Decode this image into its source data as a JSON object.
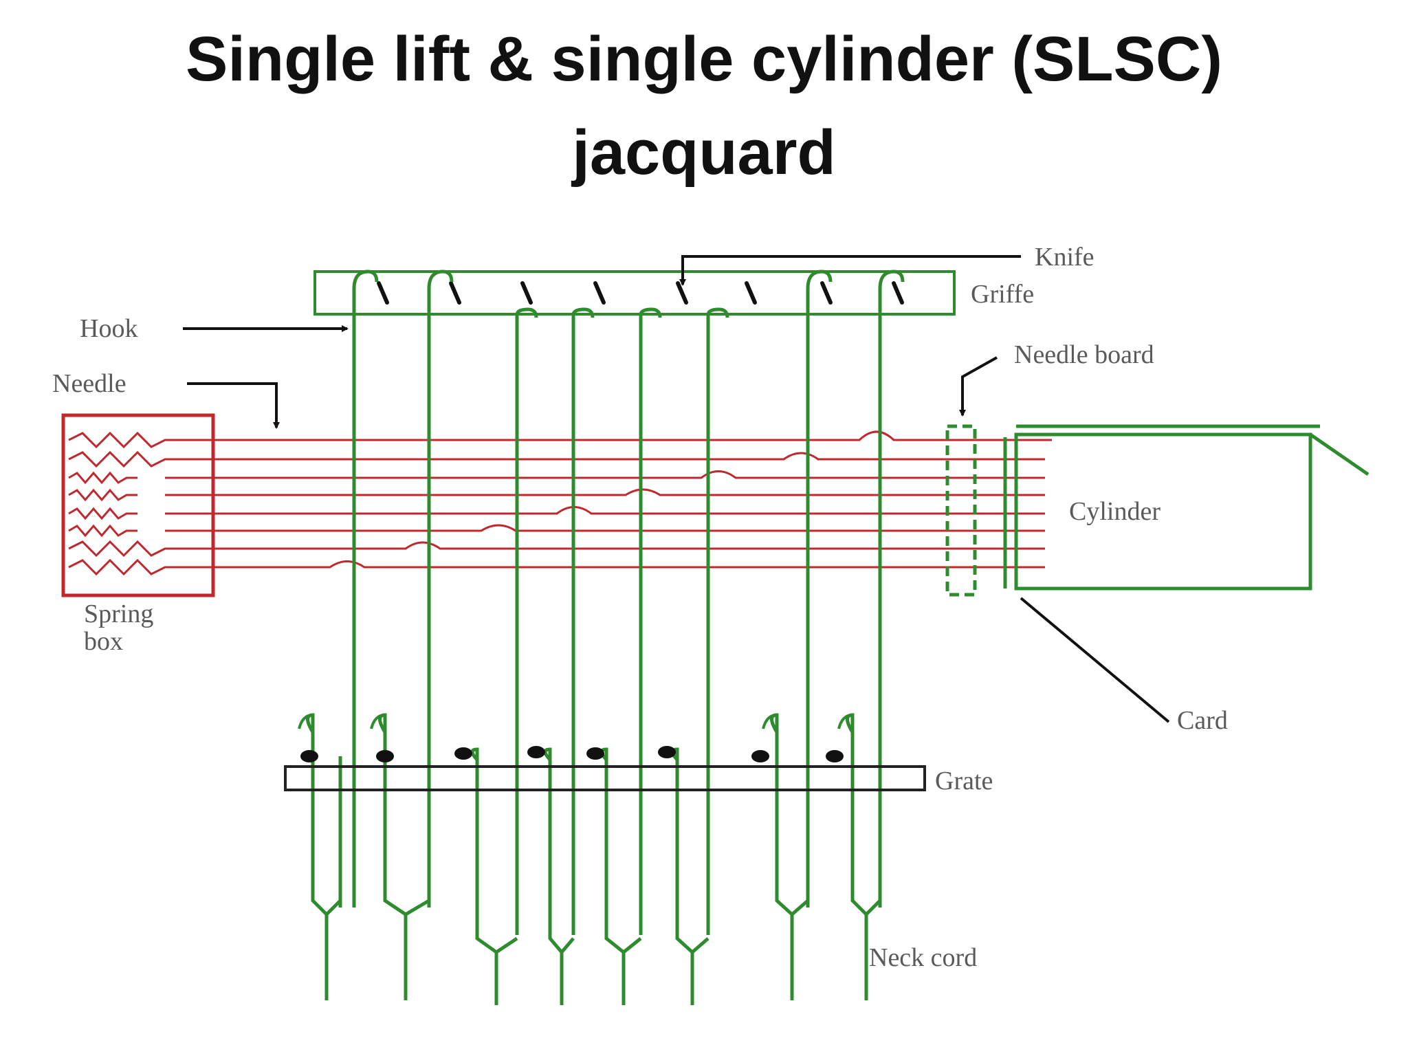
{
  "slide": {
    "title_line1": "Single lift & single cylinder (SLSC)",
    "title_line2": "jacquard"
  },
  "diagram": {
    "labels": {
      "knife": "Knife",
      "griffe": "Griffe",
      "hook": "Hook",
      "needle": "Needle",
      "needle_board": "Needle board",
      "cylinder": "Cylinder",
      "spring_box_line1": "Spring",
      "spring_box_line2": "box",
      "card": "Card",
      "grate": "Grate",
      "neck_cord": "Neck cord"
    },
    "colors": {
      "hook_wire": "#2e8b2e",
      "needle_wire": "#c0282d",
      "pointer": "#111111",
      "label": "#5a5a5a"
    }
  }
}
